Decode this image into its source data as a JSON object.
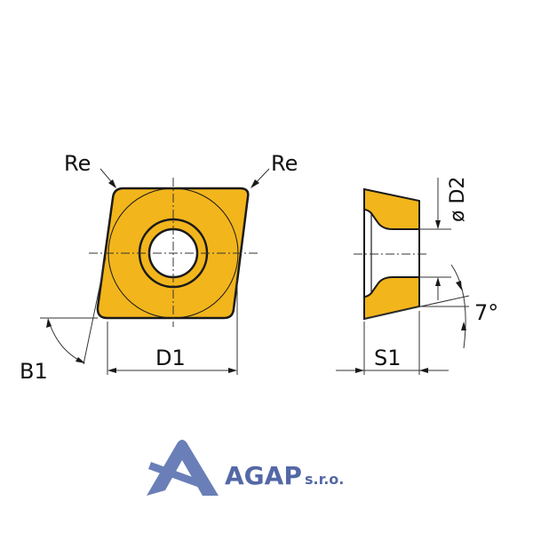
{
  "colors": {
    "insert_fill": "#f2b51c",
    "outline": "#1a1a1a",
    "dim_line": "#333333",
    "logo_blue": "#6a7fb8",
    "logo_text": "#5468a6"
  },
  "labels": {
    "re_left": "Re",
    "re_right": "Re",
    "b1": "B1",
    "d1": "D1",
    "d2": "ø D2",
    "s1": "S1",
    "angle": "7°"
  },
  "logo": {
    "name": "AGAP",
    "suffix": "s.r.o.",
    "icon": "agap-a-logo-icon"
  }
}
